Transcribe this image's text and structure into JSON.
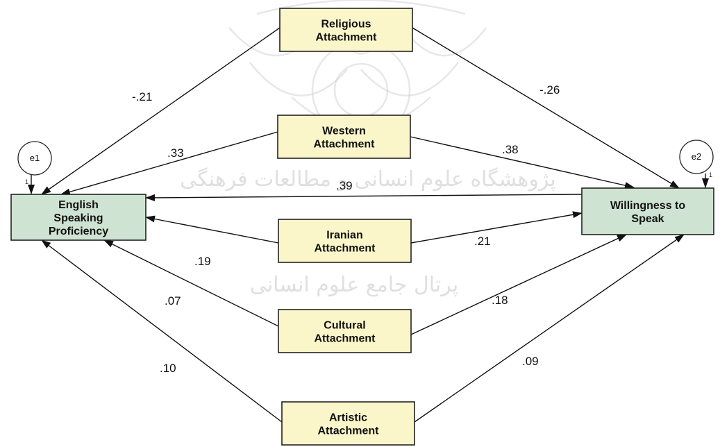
{
  "nodes": {
    "religious": {
      "lines": [
        "Religious",
        "Attachment"
      ],
      "fill": "#fbf6c9"
    },
    "western": {
      "lines": [
        "Western",
        "Attachment"
      ],
      "fill": "#fbf6c9"
    },
    "iranian": {
      "lines": [
        "Iranian",
        "Attachment"
      ],
      "fill": "#fbf6c9"
    },
    "cultural": {
      "lines": [
        "Cultural",
        "Attachment"
      ],
      "fill": "#fbf6c9"
    },
    "artistic": {
      "lines": [
        "Artistic",
        "Attachment"
      ],
      "fill": "#fbf6c9"
    },
    "esp": {
      "lines": [
        "English",
        "Speaking",
        "Proficiency"
      ],
      "fill": "#cfe3d2"
    },
    "wts": {
      "lines": [
        "Willingness to",
        "Speak"
      ],
      "fill": "#cfe3d2"
    }
  },
  "errors": {
    "e1": {
      "label": "e1",
      "weight": "1"
    },
    "e2": {
      "label": "e2",
      "weight": "1"
    }
  },
  "paths": [
    {
      "from": "religious",
      "to": "esp",
      "coef": "-.21"
    },
    {
      "from": "religious",
      "to": "wts",
      "coef": "-.26"
    },
    {
      "from": "western",
      "to": "esp",
      "coef": ".33"
    },
    {
      "from": "western",
      "to": "wts",
      "coef": ".38"
    },
    {
      "from": "wts",
      "to": "esp",
      "coef": ".39"
    },
    {
      "from": "iranian",
      "to": "esp",
      "coef": ".19"
    },
    {
      "from": "iranian",
      "to": "wts",
      "coef": ".21"
    },
    {
      "from": "cultural",
      "to": "esp",
      "coef": ".07"
    },
    {
      "from": "cultural",
      "to": "wts",
      "coef": ".18"
    },
    {
      "from": "artistic",
      "to": "esp",
      "coef": ".10"
    },
    {
      "from": "artistic",
      "to": "wts",
      "coef": ".09"
    }
  ],
  "watermark": {
    "line1": "پژوهشگاه علوم انسانی و مطالعات فرهنگی",
    "line2": "پرتال جامع علوم انسانی"
  }
}
